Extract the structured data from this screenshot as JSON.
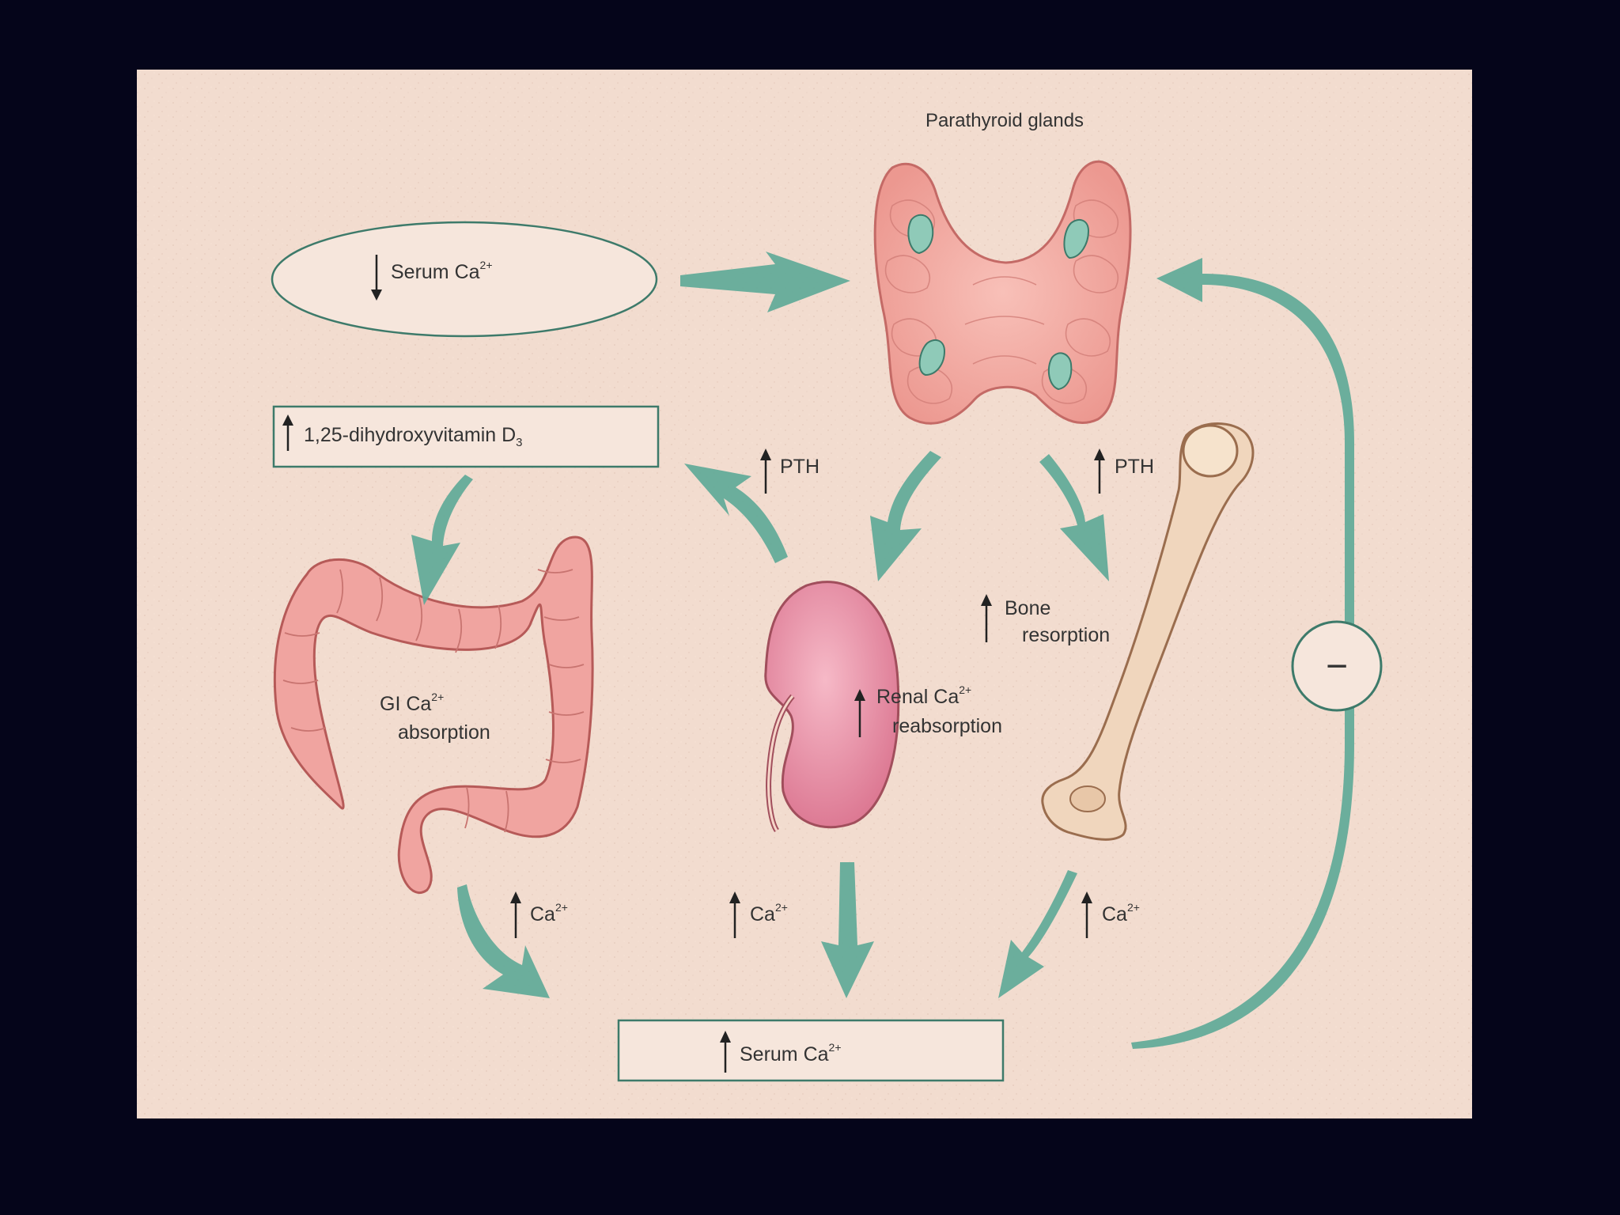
{
  "labels": {
    "parathyroid": "Parathyroid glands",
    "serum_low": "Serum Ca",
    "vitamin": "1,25-dihydroxyvitamin D",
    "vitamin_sub": "3",
    "pth_left": "PTH",
    "pth_right": "PTH",
    "bone_line1": "Bone",
    "bone_line2": "resorption",
    "renal_line1": "Renal Ca",
    "renal_line2": "reabsorption",
    "gi_line1": "GI Ca",
    "gi_line2": "absorption",
    "ca_gi": "Ca",
    "ca_renal": "Ca",
    "ca_bone": "Ca",
    "serum_high": "Serum Ca",
    "charge": "2+",
    "negative_feedback": "−"
  },
  "colors": {
    "arrow": "#5fa998",
    "panel": "#f2dccf",
    "frame": "#05051a",
    "organ": "#f0a4a0",
    "organ_line": "#b65a58",
    "kidney": "#e48aa0",
    "bone": "#f0d6bd",
    "gland": "#8fcab8"
  }
}
